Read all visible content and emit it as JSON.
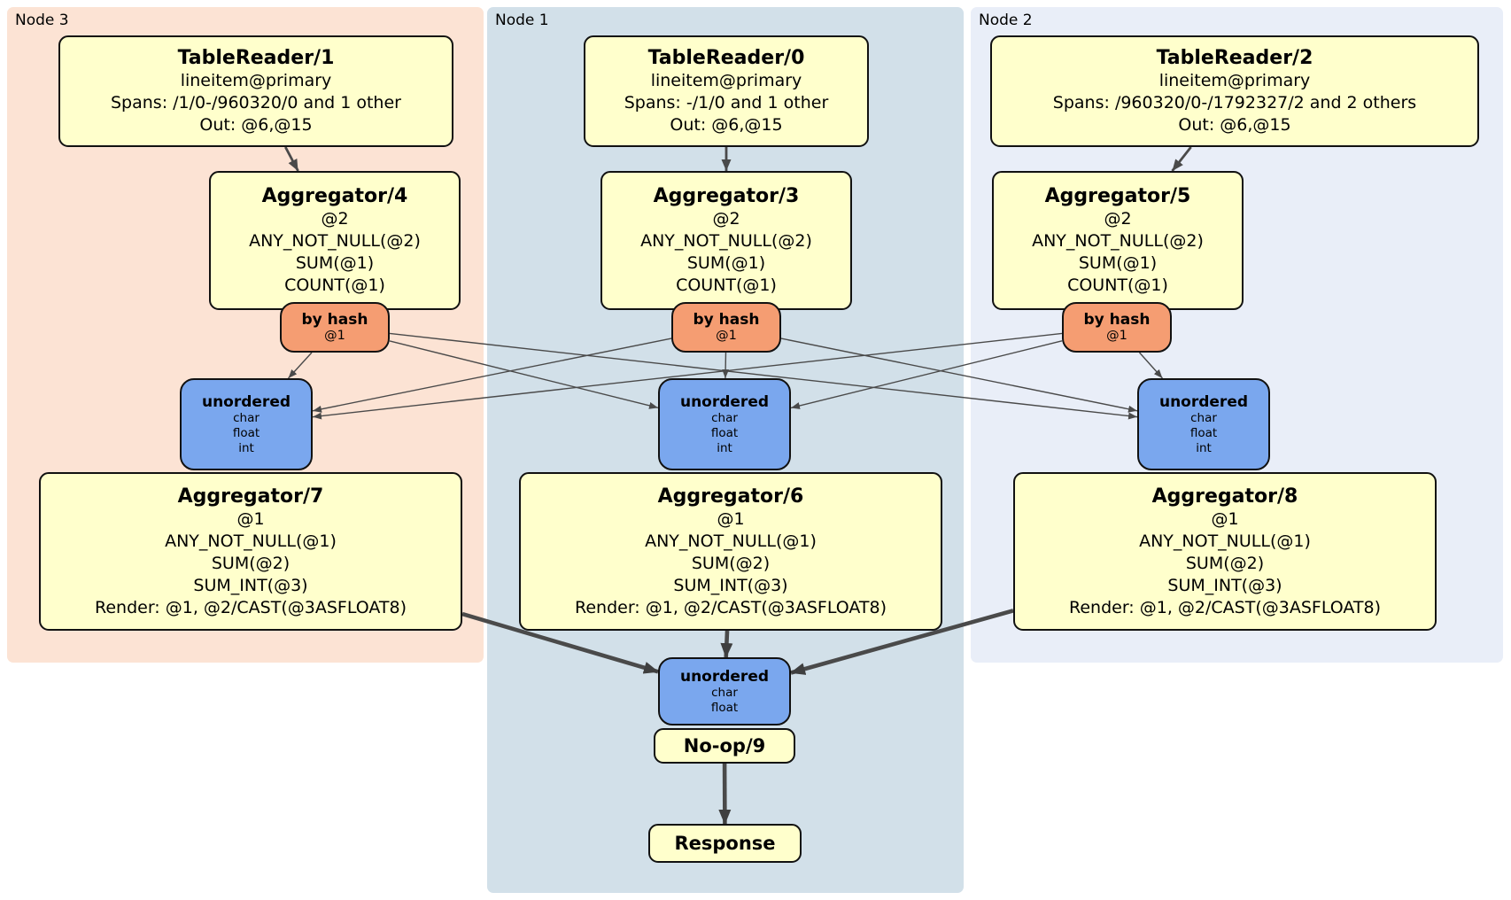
{
  "regions": [
    {
      "id": "node3",
      "label": "Node 3"
    },
    {
      "id": "node1",
      "label": "Node 1"
    },
    {
      "id": "node2",
      "label": "Node 2"
    }
  ],
  "nodes": {
    "tr1": {
      "title": "TableReader/1",
      "lines": [
        "lineitem@primary",
        "Spans: /1/0-/960320/0 and 1 other",
        "Out: @6,@15"
      ]
    },
    "tr0": {
      "title": "TableReader/0",
      "lines": [
        "lineitem@primary",
        "Spans: -/1/0 and 1 other",
        "Out: @6,@15"
      ]
    },
    "tr2": {
      "title": "TableReader/2",
      "lines": [
        "lineitem@primary",
        "Spans: /960320/0-/1792327/2 and 2 others",
        "Out: @6,@15"
      ]
    },
    "agg4": {
      "title": "Aggregator/4",
      "lines": [
        "@2",
        "ANY_NOT_NULL(@2)",
        "SUM(@1)",
        "COUNT(@1)"
      ]
    },
    "agg3": {
      "title": "Aggregator/3",
      "lines": [
        "@2",
        "ANY_NOT_NULL(@2)",
        "SUM(@1)",
        "COUNT(@1)"
      ]
    },
    "agg5": {
      "title": "Aggregator/5",
      "lines": [
        "@2",
        "ANY_NOT_NULL(@2)",
        "SUM(@1)",
        "COUNT(@1)"
      ]
    },
    "bh3": {
      "title": "by hash",
      "lines": [
        "@1"
      ]
    },
    "bh1": {
      "title": "by hash",
      "lines": [
        "@1"
      ]
    },
    "bh2": {
      "title": "by hash",
      "lines": [
        "@1"
      ]
    },
    "un3": {
      "title": "unordered",
      "lines": [
        "char",
        "float",
        "int"
      ]
    },
    "un1": {
      "title": "unordered",
      "lines": [
        "char",
        "float",
        "int"
      ]
    },
    "un2": {
      "title": "unordered",
      "lines": [
        "char",
        "float",
        "int"
      ]
    },
    "agg7": {
      "title": "Aggregator/7",
      "lines": [
        "@1",
        "ANY_NOT_NULL(@1)",
        "SUM(@2)",
        "SUM_INT(@3)",
        "Render: @1, @2/CAST(@3ASFLOAT8)"
      ]
    },
    "agg6": {
      "title": "Aggregator/6",
      "lines": [
        "@1",
        "ANY_NOT_NULL(@1)",
        "SUM(@2)",
        "SUM_INT(@3)",
        "Render: @1, @2/CAST(@3ASFLOAT8)"
      ]
    },
    "agg8": {
      "title": "Aggregator/8",
      "lines": [
        "@1",
        "ANY_NOT_NULL(@1)",
        "SUM(@2)",
        "SUM_INT(@3)",
        "Render: @1, @2/CAST(@3ASFLOAT8)"
      ]
    },
    "unF": {
      "title": "unordered",
      "lines": [
        "char",
        "float"
      ]
    },
    "noop": {
      "title": "No-op/9"
    },
    "resp": {
      "title": "Response"
    }
  },
  "edges": [
    {
      "from": "tr1",
      "to": "agg4",
      "kind": "input"
    },
    {
      "from": "tr0",
      "to": "agg3",
      "kind": "input"
    },
    {
      "from": "tr2",
      "to": "agg5",
      "kind": "input"
    },
    {
      "from": "bh3",
      "to": "un3",
      "kind": "route"
    },
    {
      "from": "bh3",
      "to": "un1",
      "kind": "route"
    },
    {
      "from": "bh3",
      "to": "un2",
      "kind": "route"
    },
    {
      "from": "bh1",
      "to": "un3",
      "kind": "route"
    },
    {
      "from": "bh1",
      "to": "un1",
      "kind": "route"
    },
    {
      "from": "bh1",
      "to": "un2",
      "kind": "route"
    },
    {
      "from": "bh2",
      "to": "un3",
      "kind": "route"
    },
    {
      "from": "bh2",
      "to": "un1",
      "kind": "route"
    },
    {
      "from": "bh2",
      "to": "un2",
      "kind": "route"
    },
    {
      "from": "agg7",
      "to": "unF",
      "kind": "output"
    },
    {
      "from": "agg6",
      "to": "unF",
      "kind": "output"
    },
    {
      "from": "agg8",
      "to": "unF",
      "kind": "output"
    },
    {
      "from": "noop",
      "to": "resp",
      "kind": "output"
    }
  ],
  "colors": {
    "page_bg": "#ffffff",
    "node3_bg": "#fce3d4",
    "node1_bg": "#d2e0e9",
    "node2_bg": "#e9eef8",
    "processor_fill": "#ffffcc",
    "router_fill": "#f59d72",
    "sync_fill": "#7aa7ee",
    "border": "#111111",
    "edge": "#4a4a4a",
    "text": "#000000"
  }
}
